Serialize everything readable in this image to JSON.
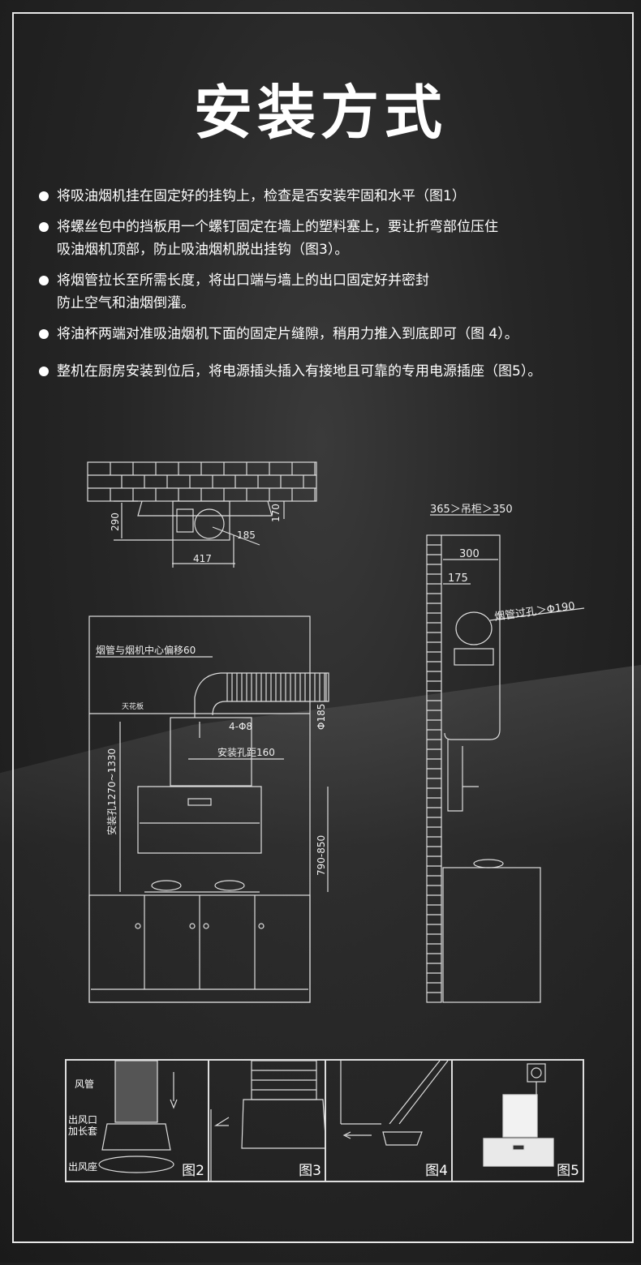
{
  "title": "安装方式",
  "bullets": [
    {
      "lines": [
        "将吸油烟机挂在固定好的挂钩上，检查是否安装牢固和水平（图1）"
      ]
    },
    {
      "lines": [
        "将螺丝包中的挡板用一个螺钉固定在墙上的塑料塞上，要让折弯部位压住",
        "吸油烟机顶部，防止吸油烟机脱出挂钩（图3）。"
      ]
    },
    {
      "lines": [
        "将烟管拉长至所需长度，将出口端与墙上的出口固定好并密封",
        "防止空气和油烟倒灌。"
      ]
    },
    {
      "lines": [
        "将油杯两端对准吸油烟机下面的固定片缝隙，稍用力推入到底即可（图 4）。"
      ]
    },
    {
      "lines": [
        "整机在厨房安装到位后，将电源插头插入有接地且可靠的专用电源插座（图5）。"
      ]
    }
  ],
  "front_diagram": {
    "dim_290": "290",
    "dim_170": "170",
    "dim_185_diag": "185",
    "dim_417": "417",
    "offset_label": "烟管与烟机中心偏移60",
    "ceiling_label": "天花板",
    "hole_label": "4-Φ8",
    "hole_distance": "安装孔距160",
    "phi185": "Φ185",
    "height_label": "安装孔1270~1330",
    "hood_height": "790-850"
  },
  "side_diagram": {
    "cabinet_range": "365＞吊柜＞350",
    "dim_300": "300",
    "dim_175": "175",
    "duct_hole": "烟管过孔＞Φ190"
  },
  "steps": [
    {
      "fig": "图2",
      "labels": [
        "风管",
        "出风口\n加长套",
        "出风座"
      ]
    },
    {
      "fig": "图3"
    },
    {
      "fig": "图4"
    },
    {
      "fig": "图5"
    }
  ]
}
